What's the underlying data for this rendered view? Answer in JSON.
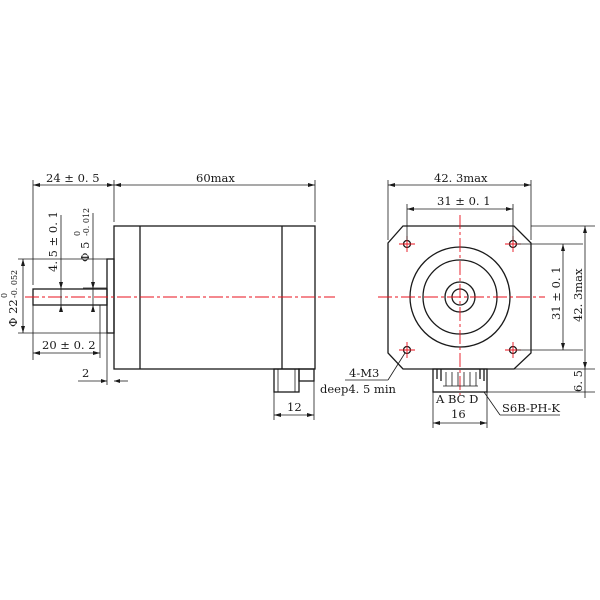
{
  "drawing": {
    "title": "NEMA17 stepper motor dimension drawing",
    "colors": {
      "outline": "#1a1a1a",
      "centerline": "#e8101c",
      "background": "#ffffff"
    }
  },
  "side_view": {
    "dims": {
      "shaft_length_total": "24 ± 0. 5",
      "body_length": "60max",
      "flat_length": "20 ± 0. 2",
      "flange_thickness": "2",
      "flat_depth": "4. 5 ± 0. 1",
      "shaft_dia_main": "Φ 5",
      "shaft_dia_upper_tol": "0",
      "shaft_dia_lower_tol": "-0. 012",
      "boss_dia_main": "Φ 22",
      "boss_dia_upper_tol": "0",
      "boss_dia_lower_tol": "-0. 052",
      "connector_width": "12"
    }
  },
  "front_view": {
    "dims": {
      "width_max": "42. 3max",
      "hole_spacing_h": "31 ± 0. 1",
      "hole_spacing_v": "31 ± 0. 1",
      "height_max": "42. 3max",
      "connector_height": "6. 5",
      "connector_width": "16"
    },
    "callouts": {
      "holes_line1": "4-M3",
      "holes_line2": "deep4. 5 min",
      "connector_type": "S6B-PH-K",
      "pins": "A  BC  D"
    }
  }
}
